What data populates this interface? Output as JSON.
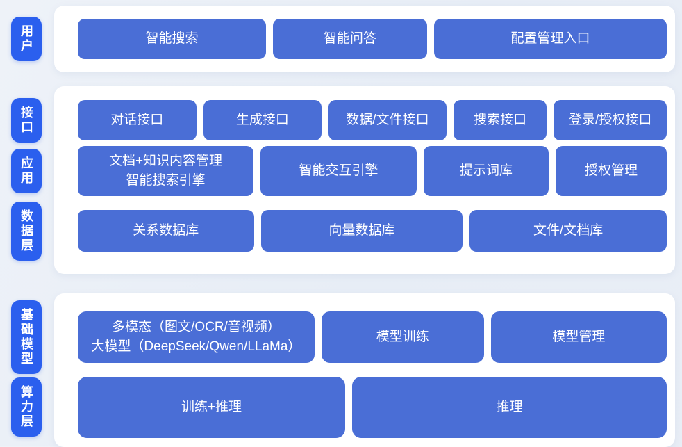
{
  "colors": {
    "page_bg": "#e9eef6",
    "panel_bg": "#ffffff",
    "layer_chip_bg": "#2b5fee",
    "block_bg": "#4a6ed6",
    "text": "#ffffff"
  },
  "sections": [
    {
      "name": "user-layer",
      "rows": [
        {
          "layer": "用户",
          "items": [
            {
              "line1": "智能搜索"
            },
            {
              "line1": "智能问答"
            },
            {
              "line1": "配置管理入口"
            }
          ]
        }
      ]
    },
    {
      "name": "platform-layers",
      "rows": [
        {
          "layer": "接口",
          "items": [
            {
              "line1": "对话接口"
            },
            {
              "line1": "生成接口"
            },
            {
              "line1": "数据/文件接口"
            },
            {
              "line1": "搜索接口"
            },
            {
              "line1": "登录/授权接口"
            }
          ]
        },
        {
          "layer": "应用",
          "items": [
            {
              "line1": "文档+知识内容管理",
              "line2": "智能搜索引擎"
            },
            {
              "line1": "智能交互引擎"
            },
            {
              "line1": "提示词库"
            },
            {
              "line1": "授权管理"
            }
          ]
        },
        {
          "layer": "数据层",
          "items": [
            {
              "line1": "关系数据库"
            },
            {
              "line1": "向量数据库"
            },
            {
              "line1": "文件/文档库"
            }
          ]
        }
      ]
    },
    {
      "name": "infra-layers",
      "rows": [
        {
          "layer": "基础模型",
          "items": [
            {
              "line1": "多模态（图文/OCR/音视频）",
              "line2": "大模型（DeepSeek/Qwen/LLaMa）"
            },
            {
              "line1": "模型训练"
            },
            {
              "line1": "模型管理"
            }
          ]
        },
        {
          "layer": "算力层",
          "items": [
            {
              "line1": "训练+推理"
            },
            {
              "line1": "推理"
            }
          ]
        }
      ]
    }
  ]
}
